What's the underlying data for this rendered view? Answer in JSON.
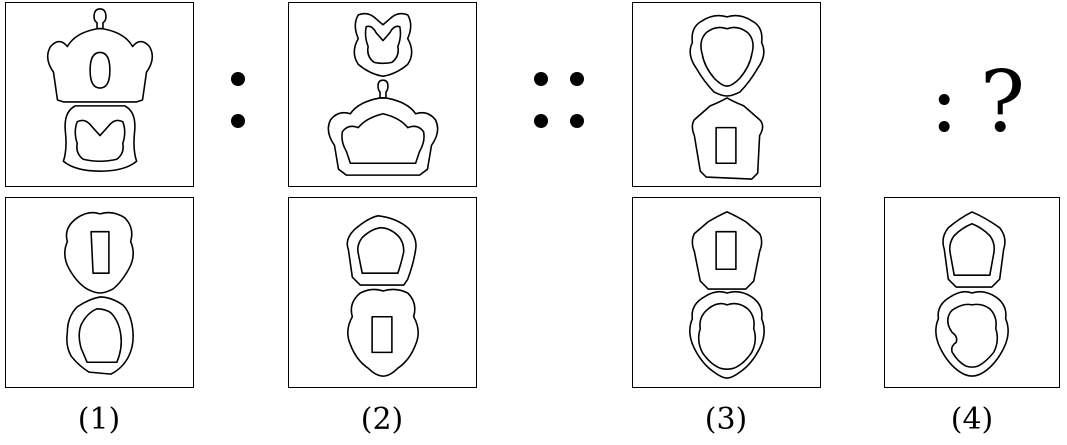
{
  "problem": {
    "relation_symbol": ":",
    "analogy_symbol": "::",
    "question_prefix": ":",
    "question_mark": "?"
  },
  "options": [
    {
      "label": "(1)"
    },
    {
      "label": "(2)"
    },
    {
      "label": "(3)"
    },
    {
      "label": "(4)"
    }
  ]
}
